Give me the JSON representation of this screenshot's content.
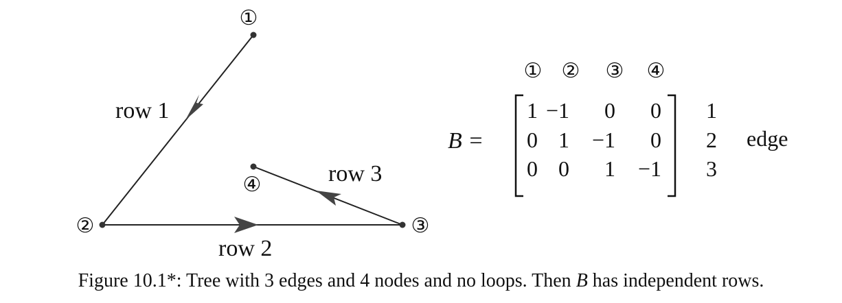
{
  "figure": {
    "nodes": [
      "①",
      "②",
      "③",
      "④"
    ],
    "edge_labels": [
      "row 1",
      "row 2",
      "row 3"
    ]
  },
  "matrix": {
    "lhs": "B =",
    "column_headers": [
      "①",
      "②",
      "③",
      "④"
    ],
    "rows": [
      [
        "1",
        "−1",
        "0",
        "0"
      ],
      [
        "0",
        "1",
        "−1",
        "0"
      ],
      [
        "0",
        "0",
        "1",
        "−1"
      ]
    ],
    "row_numbers": [
      "1",
      "2",
      "3"
    ],
    "right_label": "edge"
  },
  "caption": {
    "part1": "Figure 10.1*: Tree with 3 edges and 4 nodes and no loops. Then ",
    "symbol": "B",
    "part2": " has independent rows."
  }
}
